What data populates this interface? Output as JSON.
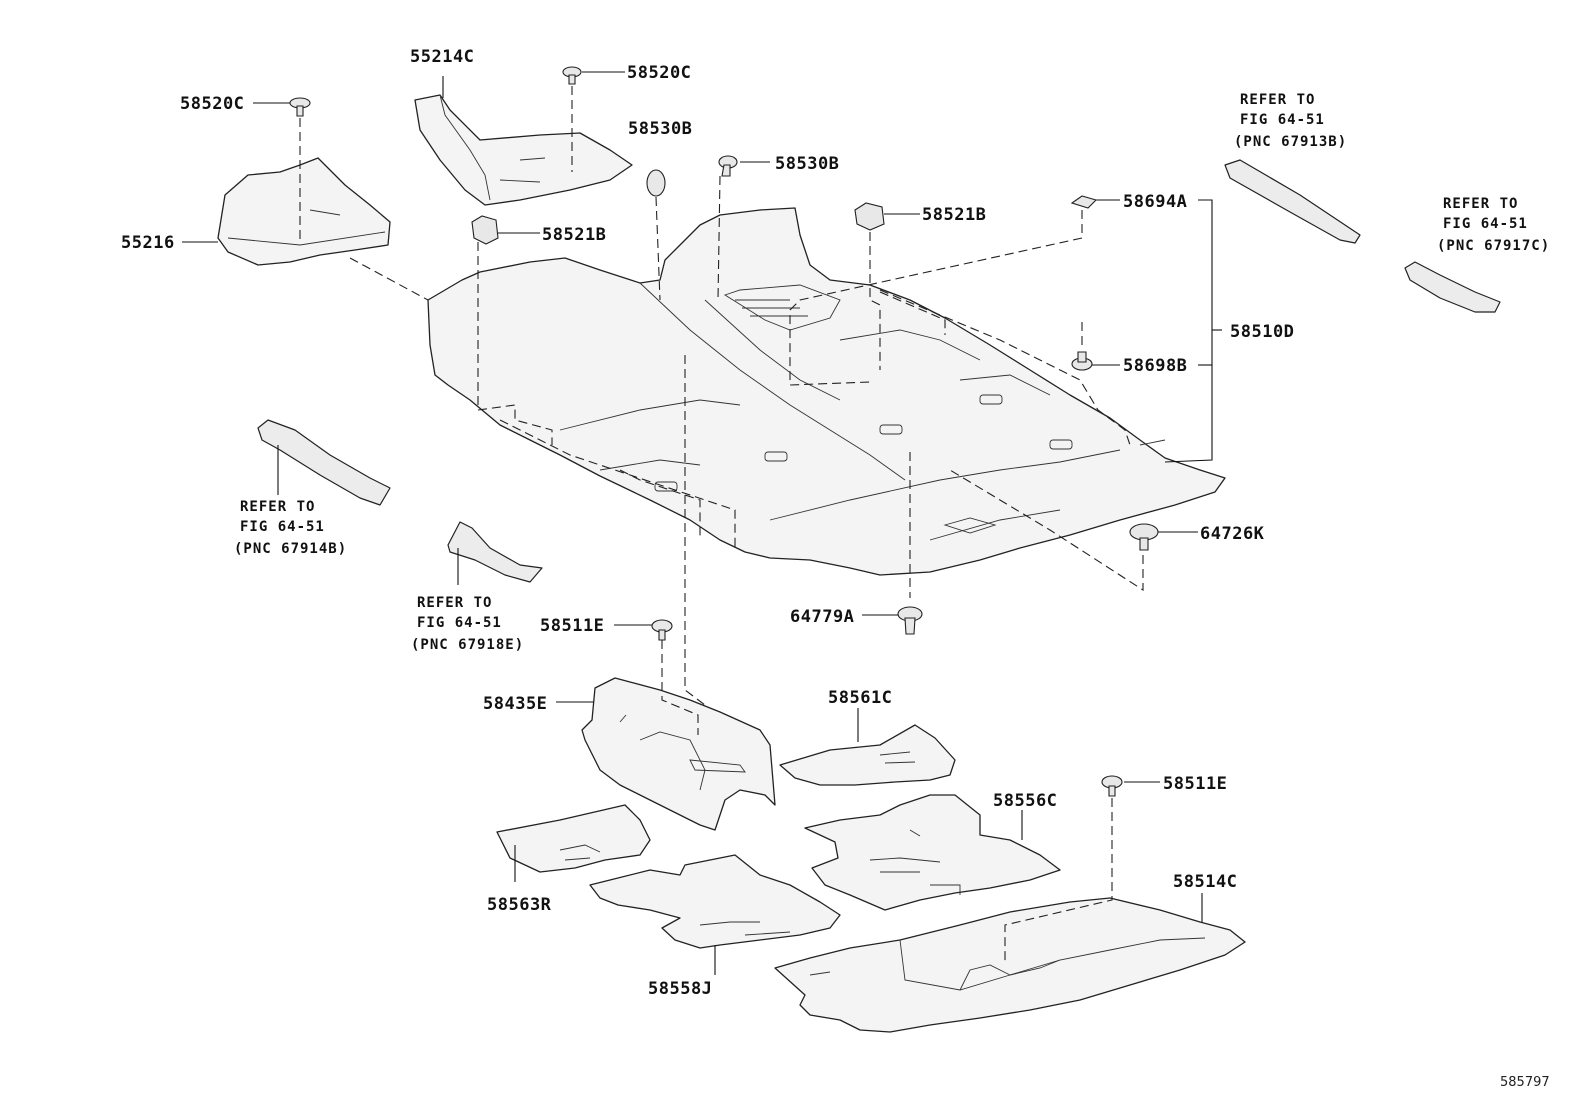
{
  "labels": {
    "p55214C": "55214C",
    "p58520C_a": "58520C",
    "p58520C_b": "58520C",
    "p58530B_a": "58530B",
    "p58530B_b": "58530B",
    "p55216": "55216",
    "p58521B_a": "58521B",
    "p58521B_b": "58521B",
    "p58694A": "58694A",
    "p58510D": "58510D",
    "p58698B": "58698B",
    "p64726K": "64726K",
    "p64779A": "64779A",
    "p58511E_a": "58511E",
    "p58511E_b": "58511E",
    "p58435E": "58435E",
    "p58561C": "58561C",
    "p58556C": "58556C",
    "p58514C": "58514C",
    "p58563R": "58563R",
    "p58558J": "58558J"
  },
  "refs": {
    "r67913B": {
      "l1": "REFER TO",
      "l2": "FIG 64-51",
      "l3": "(PNC 67913B)"
    },
    "r67917C": {
      "l1": "REFER TO",
      "l2": "FIG 64-51",
      "l3": "(PNC 67917C)"
    },
    "r67914B": {
      "l1": "REFER TO",
      "l2": "FIG 64-51",
      "l3": "(PNC 67914B)"
    },
    "r67918E": {
      "l1": "REFER TO",
      "l2": "FIG 64-51",
      "l3": "(PNC 67918E)"
    }
  },
  "figure_id": "585797"
}
